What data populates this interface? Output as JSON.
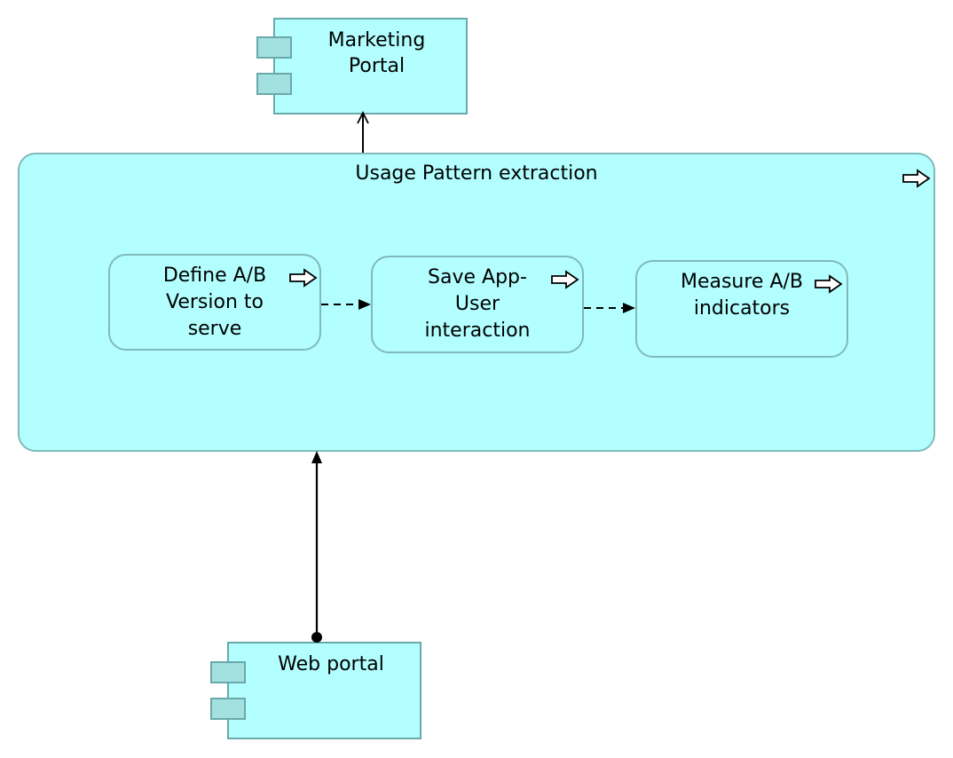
{
  "diagram": {
    "marketing_portal": {
      "label": "Marketing\nPortal"
    },
    "web_portal": {
      "label": "Web portal"
    },
    "usage_process": {
      "label": "Usage Pattern extraction"
    },
    "steps": [
      {
        "label": "Define A/B\nVersion to\nserve"
      },
      {
        "label": "Save App-\nUser\ninteraction"
      },
      {
        "label": "Measure A/B\nindicators"
      }
    ],
    "colors": {
      "fill": "#b3ffff",
      "tab_fill": "#a3e1e1",
      "border": "#6aa9ab",
      "line": "#000000"
    },
    "icons": [
      "process-arrow-icon",
      "component-tab-icon"
    ]
  }
}
